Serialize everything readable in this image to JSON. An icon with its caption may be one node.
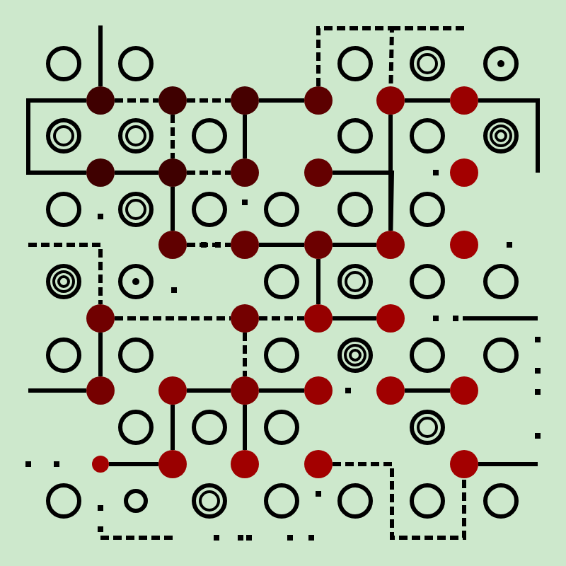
{
  "diagram": {
    "nodes": [
      {
        "text": [],
        "shape": "circle"
      },
      {
        "text": [],
        "shape": "circle"
      },
      {
        "text": [],
        "shape": "circle"
      },
      {
        "text": [],
        "shape": "circle"
      },
      {
        "text": [],
        "shape": "circle"
      },
      {
        "text": [],
        "shape": "circle"
      },
      {
        "text": [],
        "shape": "circle"
      },
      {
        "text": [],
        "shape": "circle"
      },
      {
        "text": [],
        "shape": "circle"
      },
      {
        "text": [],
        "shape": "circle"
      },
      {
        "text": [],
        "shape": "circle"
      },
      {
        "text": [],
        "shape": "circle"
      },
      {
        "text": [],
        "shape": "circle"
      },
      {
        "text": [],
        "shape": "circle"
      },
      {
        "text": [],
        "shape": "circle"
      },
      {
        "text": [],
        "shape": "circle"
      },
      {
        "text": [],
        "shape": "circle"
      },
      {
        "text": [],
        "shape": "circle"
      },
      {
        "text": [],
        "shape": "circle"
      },
      {
        "text": [],
        "shape": "circle"
      },
      {
        "text": [],
        "shape": "circle"
      },
      {
        "text": [],
        "shape": "circle"
      },
      {
        "text": [],
        "shape": "circle"
      },
      {
        "text": [],
        "shape": "circle"
      },
      {
        "text": [],
        "shape": "circle"
      },
      {
        "text": [],
        "shape": "circle"
      },
      {
        "text": [],
        "shape": "circle"
      },
      {
        "text": [],
        "shape": "circle"
      },
      {
        "text": [],
        "shape": "circle"
      },
      {
        "text": [],
        "shape": "circle"
      },
      {
        "text": [],
        "shape": "circle"
      }
    ],
    "edges": [
      {
        "from": null,
        "to": 0,
        "arrow": "none"
      },
      {
        "from": 0,
        "to": 1,
        "arrow": "none",
        "style": "dashed"
      },
      {
        "from": 1,
        "to": 2,
        "arrow": "none",
        "style": "dashed"
      },
      {
        "from": 2,
        "to": 3,
        "arrow": "none"
      },
      {
        "from": 3,
        "to": 4,
        "arrow": "none",
        "style": "dashed"
      },
      {
        "from": 4,
        "to": 5,
        "arrow": "none"
      },
      {
        "from": 5,
        "to": null,
        "arrow": "none"
      },
      {
        "from": 0,
        "to": 6,
        "arrow": "none"
      },
      {
        "from": 6,
        "to": 7,
        "arrow": "none"
      },
      {
        "from": 7,
        "to": 8,
        "arrow": "none",
        "style": "dashed"
      },
      {
        "from": 1,
        "to": 7,
        "arrow": "none",
        "style": "dashed"
      },
      {
        "from": 7,
        "to": 11,
        "arrow": "none"
      },
      {
        "from": 2,
        "to": 8,
        "arrow": "none"
      },
      {
        "from": 4,
        "to": 14,
        "arrow": "none"
      },
      {
        "from": 9,
        "to": 14,
        "arrow": "none"
      },
      {
        "from": 11,
        "to": 12,
        "arrow": "none",
        "style": "dashed"
      },
      {
        "from": 12,
        "to": 13,
        "arrow": "none"
      },
      {
        "from": 13,
        "to": 14,
        "arrow": "none"
      },
      {
        "from": 13,
        "to": 18,
        "arrow": "none"
      },
      {
        "from": null,
        "to": 16,
        "arrow": "none",
        "style": "dashed"
      },
      {
        "from": 16,
        "to": 20,
        "arrow": "none"
      },
      {
        "from": 16,
        "to": 17,
        "arrow": "none",
        "style": "dashed"
      },
      {
        "from": 17,
        "to": 18,
        "arrow": "none",
        "style": "dashed"
      },
      {
        "from": 18,
        "to": 19,
        "arrow": "none"
      },
      {
        "from": 17,
        "to": 22,
        "arrow": "none",
        "style": "dashed"
      },
      {
        "from": null,
        "to": 20,
        "arrow": "none"
      },
      {
        "from": 21,
        "to": 22,
        "arrow": "none"
      },
      {
        "from": 22,
        "to": 23,
        "arrow": "none"
      },
      {
        "from": 24,
        "to": 25,
        "arrow": "none"
      },
      {
        "from": 21,
        "to": 27,
        "arrow": "none"
      },
      {
        "from": 26,
        "to": 27,
        "arrow": "none"
      },
      {
        "from": 22,
        "to": 28,
        "arrow": "none"
      },
      {
        "from": 29,
        "to": 30,
        "arrow": "none",
        "style": "dashed"
      },
      {
        "from": 30,
        "to": null,
        "arrow": "none"
      }
    ]
  }
}
